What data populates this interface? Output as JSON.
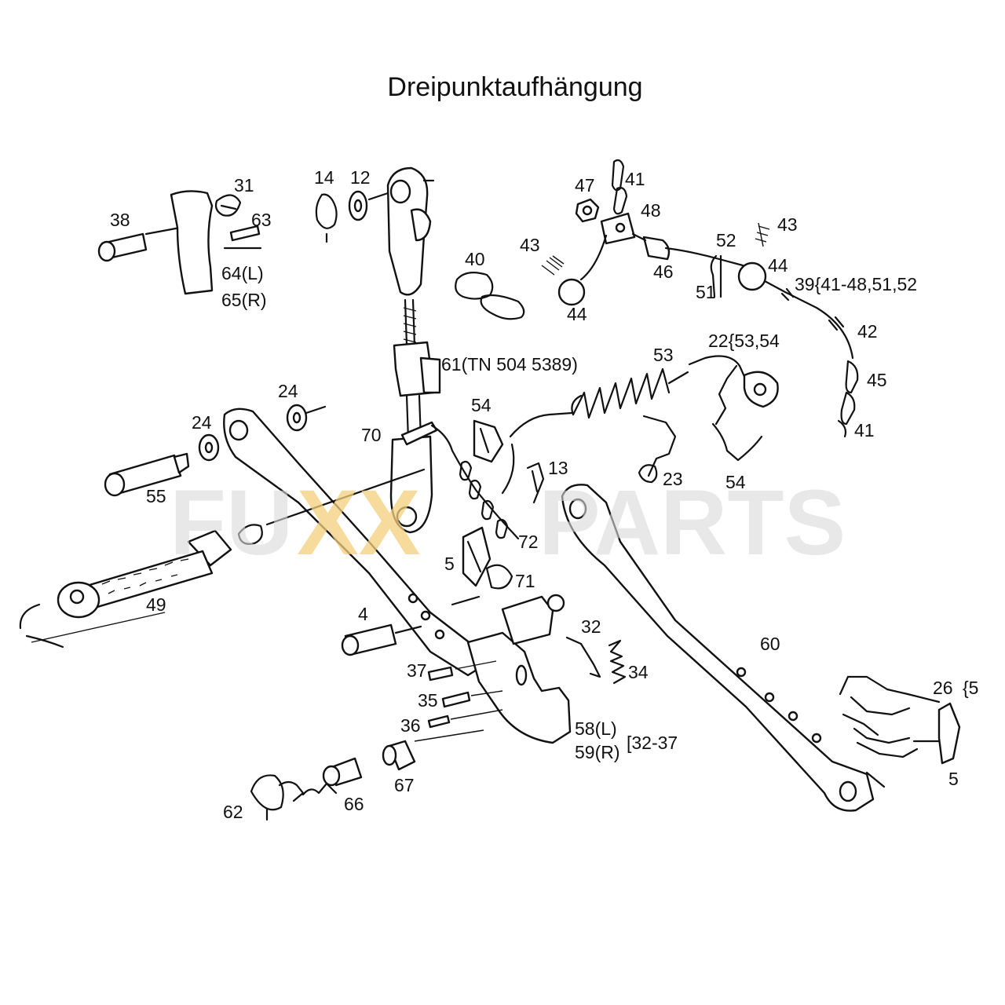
{
  "title": "Dreipunktaufhängung",
  "watermark": {
    "left": "FU",
    "mid": "XX",
    "right": "PARTS"
  },
  "labels": {
    "l38": "38",
    "l31": "31",
    "l63": "63",
    "l64": "64(L)",
    "l65": "65(R)",
    "l14": "14",
    "l12": "12",
    "l40": "40",
    "l47": "47",
    "l41a": "41",
    "l48": "48",
    "l43a": "43",
    "l44a": "44",
    "l46": "46",
    "l43b": "43",
    "l52": "52",
    "l44b": "44",
    "l51": "51",
    "l39": "39{41-48,51,52",
    "l42": "42",
    "l45": "45",
    "l41b": "41",
    "l61": "61(TN 504 5389)",
    "l22": "22{53,54",
    "l53": "53",
    "l24a": "24",
    "l24b": "24",
    "l70": "70",
    "l54a": "54",
    "l13": "13",
    "l23": "23",
    "l54b": "54",
    "l55": "55",
    "l72": "72",
    "l5a": "5",
    "l71": "71",
    "l49": "49",
    "l4": "4",
    "l32": "32",
    "l34": "34",
    "l60": "60",
    "l37": "37",
    "l35": "35",
    "l36": "36",
    "l58": "58(L)",
    "l59": "59(R)",
    "l3237": "[32-37",
    "l67": "67",
    "l62": "62",
    "l66": "66",
    "l26": "26",
    "l26b": "{5",
    "l5b": "5"
  },
  "colors": {
    "line": "#111111",
    "watermark_gray": "#d9d9d9",
    "watermark_gold": "#f3cf7d"
  }
}
